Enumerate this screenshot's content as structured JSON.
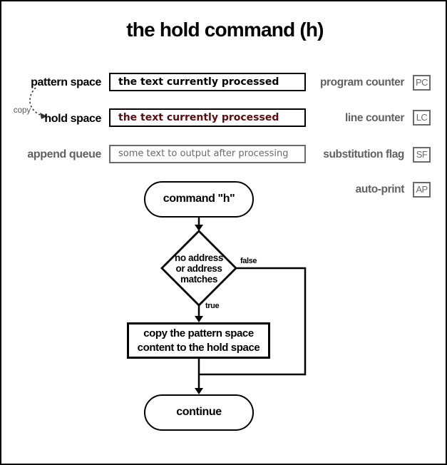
{
  "title": "the hold command (h)",
  "colors": {
    "black": "#000000",
    "gray": "#616161",
    "value_red": "#5c0e0e"
  },
  "registers": {
    "copy_label": "copy",
    "pattern_space": {
      "label": "pattern space",
      "value": "the text currently processed"
    },
    "hold_space": {
      "label": "hold space",
      "value": "the text currently processed"
    },
    "append_queue": {
      "label": "append queue",
      "value": "some text to output after processing"
    }
  },
  "counters": [
    {
      "label": "program counter",
      "abbr": "PC"
    },
    {
      "label": "line counter",
      "abbr": "LC"
    },
    {
      "label": "substitution flag",
      "abbr": "SF"
    },
    {
      "label": "auto-print",
      "abbr": "AP"
    }
  ],
  "flowchart": {
    "start": "command \"h\"",
    "decision_line1": "no address",
    "decision_line2": "or address",
    "decision_line3": "matches",
    "false_label": "false",
    "true_label": "true",
    "action_line1": "copy the pattern space",
    "action_line2": "content to the hold space",
    "end": "continue"
  }
}
